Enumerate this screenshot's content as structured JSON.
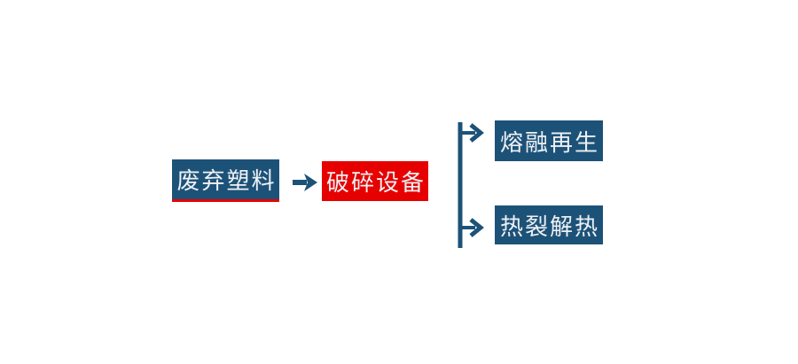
{
  "diagram": {
    "title": "waste-plastic-recycling-flowchart",
    "colors": {
      "node_blue": "#1d5278",
      "node_red": "#e60000",
      "connector_blue": "#1d5278",
      "text_light": "#eef1f4",
      "background": "#ffffff"
    },
    "nodes": {
      "waste_plastic": {
        "label": "废弃塑料"
      },
      "crushing_equipment": {
        "label": "破碎设备"
      },
      "melt_regeneration": {
        "label": "熔融再生"
      },
      "thermal_pyrolysis": {
        "label": "热裂解热"
      }
    },
    "connections": [
      {
        "from": "waste_plastic",
        "to": "crushing_equipment",
        "type": "arrow-right"
      },
      {
        "from": "crushing_equipment",
        "to": "melt_regeneration",
        "type": "branch-arrow"
      },
      {
        "from": "crushing_equipment",
        "to": "thermal_pyrolysis",
        "type": "branch-arrow"
      }
    ]
  }
}
